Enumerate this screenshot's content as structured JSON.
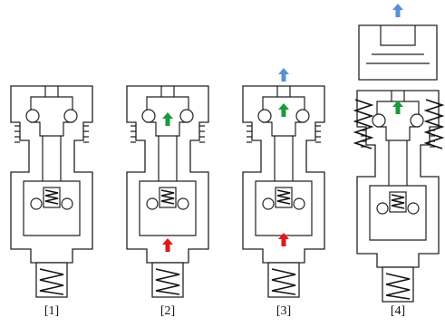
{
  "figure": {
    "panels": [
      {
        "label": "[1]",
        "arrows": []
      },
      {
        "label": "[2]",
        "arrows": [
          "green-up",
          "red-up"
        ]
      },
      {
        "label": "[3]",
        "arrows": [
          "blue-up",
          "green-up",
          "red-up"
        ]
      },
      {
        "label": "[4]",
        "arrows": [
          "blue-up",
          "green-up"
        ]
      }
    ],
    "colors": {
      "arrow_green": "#1a9a3a",
      "arrow_red": "#e01818",
      "arrow_blue": "#5a8fd6",
      "outline": "#222222"
    }
  }
}
